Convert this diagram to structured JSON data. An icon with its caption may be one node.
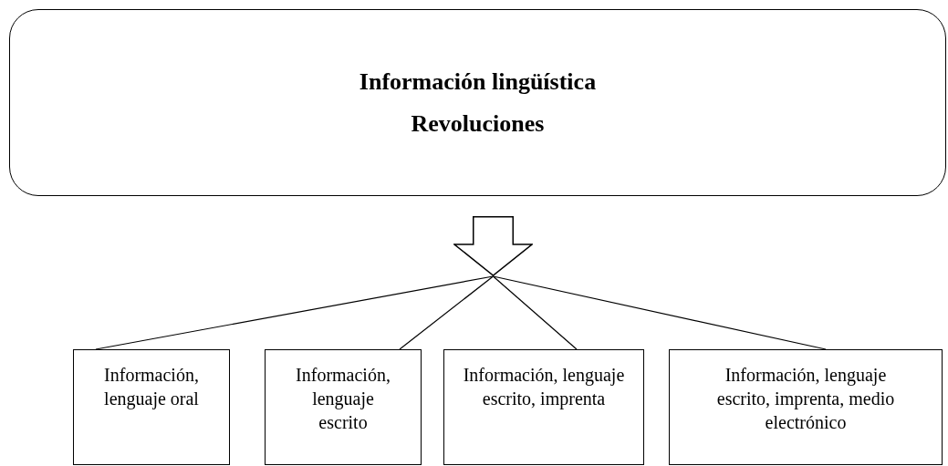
{
  "diagram": {
    "nodes": [
      {
        "text": [
          "Información lingüística",
          "Revoluciones"
        ]
      },
      {
        "text": [],
        "shape": "arrow"
      },
      {
        "text": [
          "Información, lenguaje oral"
        ]
      },
      {
        "text": [
          "Información, lenguaje escrito"
        ]
      },
      {
        "text": [
          "Información, lenguaje escrito, imprenta"
        ]
      },
      {
        "text": [
          "Información, lenguaje escrito, imprenta, medio electrónico"
        ]
      }
    ],
    "edges": [
      {
        "from": 1,
        "to": 2,
        "arrow": "none"
      },
      {
        "from": 1,
        "to": 3,
        "arrow": "none"
      },
      {
        "from": 1,
        "to": 4,
        "arrow": "none"
      },
      {
        "from": 1,
        "to": 5,
        "arrow": "none"
      }
    ]
  }
}
